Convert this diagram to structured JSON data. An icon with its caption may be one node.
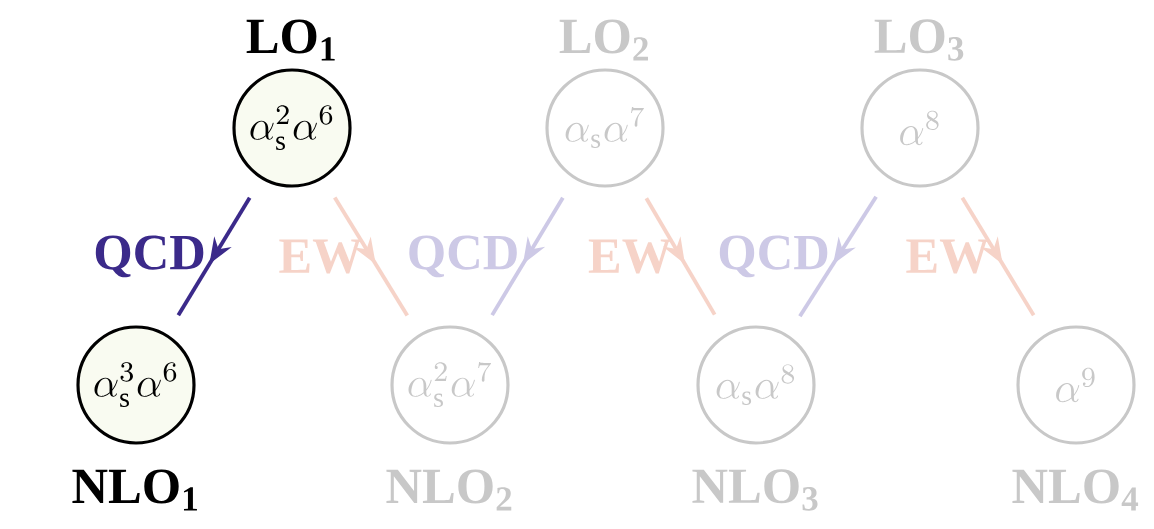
{
  "diagram": {
    "nodes": [
      {
        "text": [
          "\\alpha_{\\mathrm{s}}^{2}\\alpha^{6}"
        ],
        "beside": [
          "**LO$_{1}$**"
        ]
      },
      {
        "text": [
          "\\alpha_{\\mathrm{s}}^{3}\\alpha^{6}"
        ],
        "beside": [
          "**NLO$_{1}$**"
        ]
      },
      {
        "text": [
          "\\alpha_{\\mathrm{s}}^{2}\\alpha^{7}"
        ],
        "beside": [
          "**NLO$_{2}$**"
        ]
      },
      {
        "text": [
          "\\alpha_{\\mathrm{s}}\\alpha^{7}"
        ],
        "beside": [
          "**LO$_{2}$**"
        ]
      },
      {
        "text": [
          "\\alpha_{\\mathrm{s}}\\alpha^{8}"
        ],
        "beside": [
          "**NLO$_{3}$**"
        ]
      },
      {
        "text": [
          "\\alpha^{8}"
        ],
        "beside": [
          "**LO$_{3}$**"
        ]
      },
      {
        "text": [
          "\\alpha^{9}"
        ],
        "beside": [
          "**NLO$_{4}$**"
        ]
      }
    ],
    "edges": [
      {
        "from": 0,
        "to": 1,
        "arrow": "to",
        "label": "QCD",
        "color": "#3b2a8a"
      },
      {
        "from": 0,
        "to": 2,
        "arrow": "to",
        "label": "EW",
        "color": "#f6d3c8"
      },
      {
        "from": 3,
        "to": 2,
        "arrow": "to",
        "label": "QCD",
        "color": "#cdc9e6"
      },
      {
        "from": 3,
        "to": 4,
        "arrow": "to",
        "label": "EW",
        "color": "#f6d3c8"
      },
      {
        "from": 5,
        "to": 4,
        "arrow": "to",
        "label": "QCD",
        "color": "#cdc9e6"
      },
      {
        "from": 5,
        "to": 6,
        "arrow": "to",
        "label": "EW",
        "color": "#f6d3c8"
      }
    ]
  }
}
